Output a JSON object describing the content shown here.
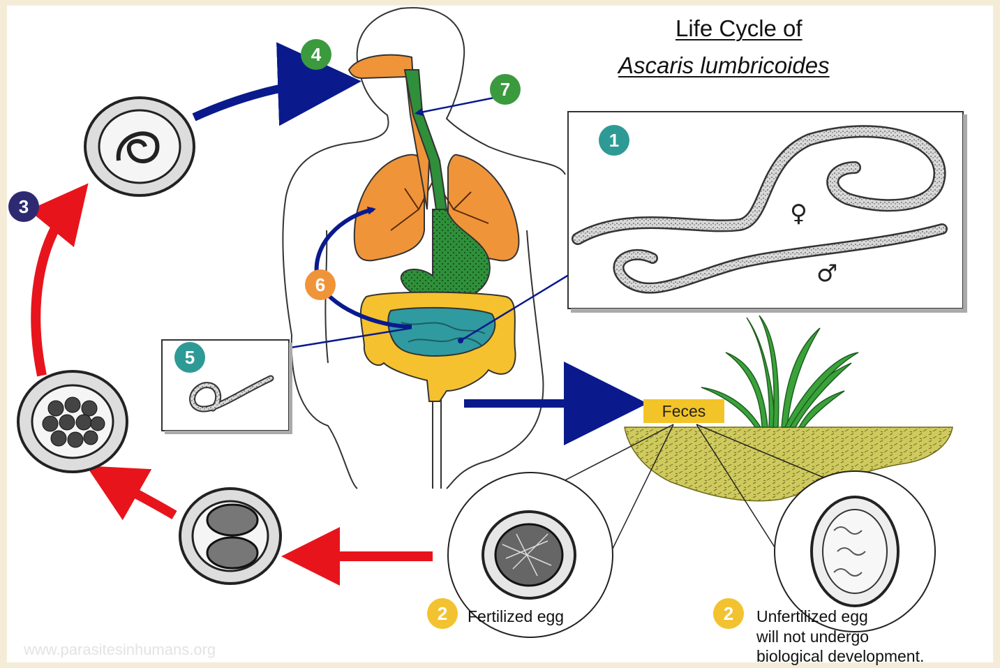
{
  "title": {
    "line1": "Life Cycle of",
    "line2": "Ascaris lumbricoides"
  },
  "steps": [
    {
      "number": "1",
      "color": "#2e9a96"
    },
    {
      "number": "2",
      "color": "#f2c230"
    },
    {
      "number": "3",
      "color": "#2d2a72"
    },
    {
      "number": "4",
      "color": "#3b9a3e"
    },
    {
      "number": "5",
      "color": "#2e9a96"
    },
    {
      "number": "6",
      "color": "#f0943a"
    },
    {
      "number": "7",
      "color": "#3b9a3e"
    }
  ],
  "labels": {
    "feces": "Feces",
    "fertilized_egg": "Fertilized egg",
    "unfertilized_egg": [
      "Unfertilized egg",
      "will not undergo",
      "biological development."
    ]
  },
  "symbols": {
    "female": "♀",
    "male": "♂"
  },
  "watermark": "www.parasitesinhumans.org",
  "colors": {
    "arrow_blue": "#0a1a8c",
    "arrow_red": "#e8141c",
    "lungs": "#f0943a",
    "esophagus_stomach": "#2f8f3a",
    "small_intestine": "#2f9aa0",
    "large_intestine": "#f5c12e",
    "soil": "#c9c456",
    "grass": "#3aa23a"
  }
}
